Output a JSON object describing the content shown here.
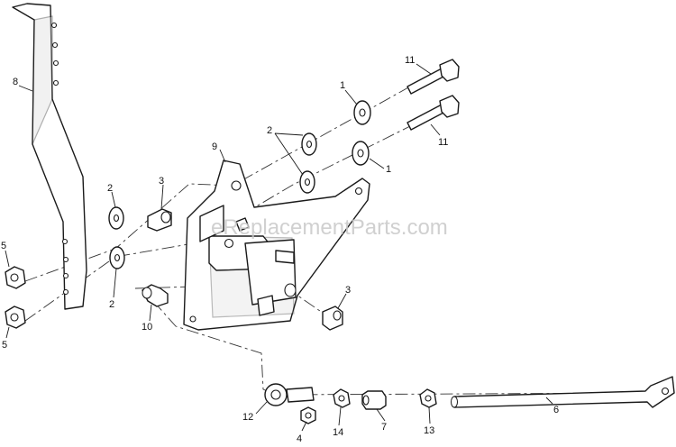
{
  "watermark": "eReplacementParts.com",
  "callouts": {
    "c1a": "1",
    "c1b": "1",
    "c2a": "2",
    "c2b": "2",
    "c2c": "2",
    "c3a": "3",
    "c3b": "3",
    "c4": "4",
    "c5a": "5",
    "c5b": "5",
    "c6": "6",
    "c7": "7",
    "c8": "8",
    "c9": "9",
    "c10": "10",
    "c11a": "11",
    "c11b": "11",
    "c12": "12",
    "c13": "13",
    "c14": "14"
  }
}
